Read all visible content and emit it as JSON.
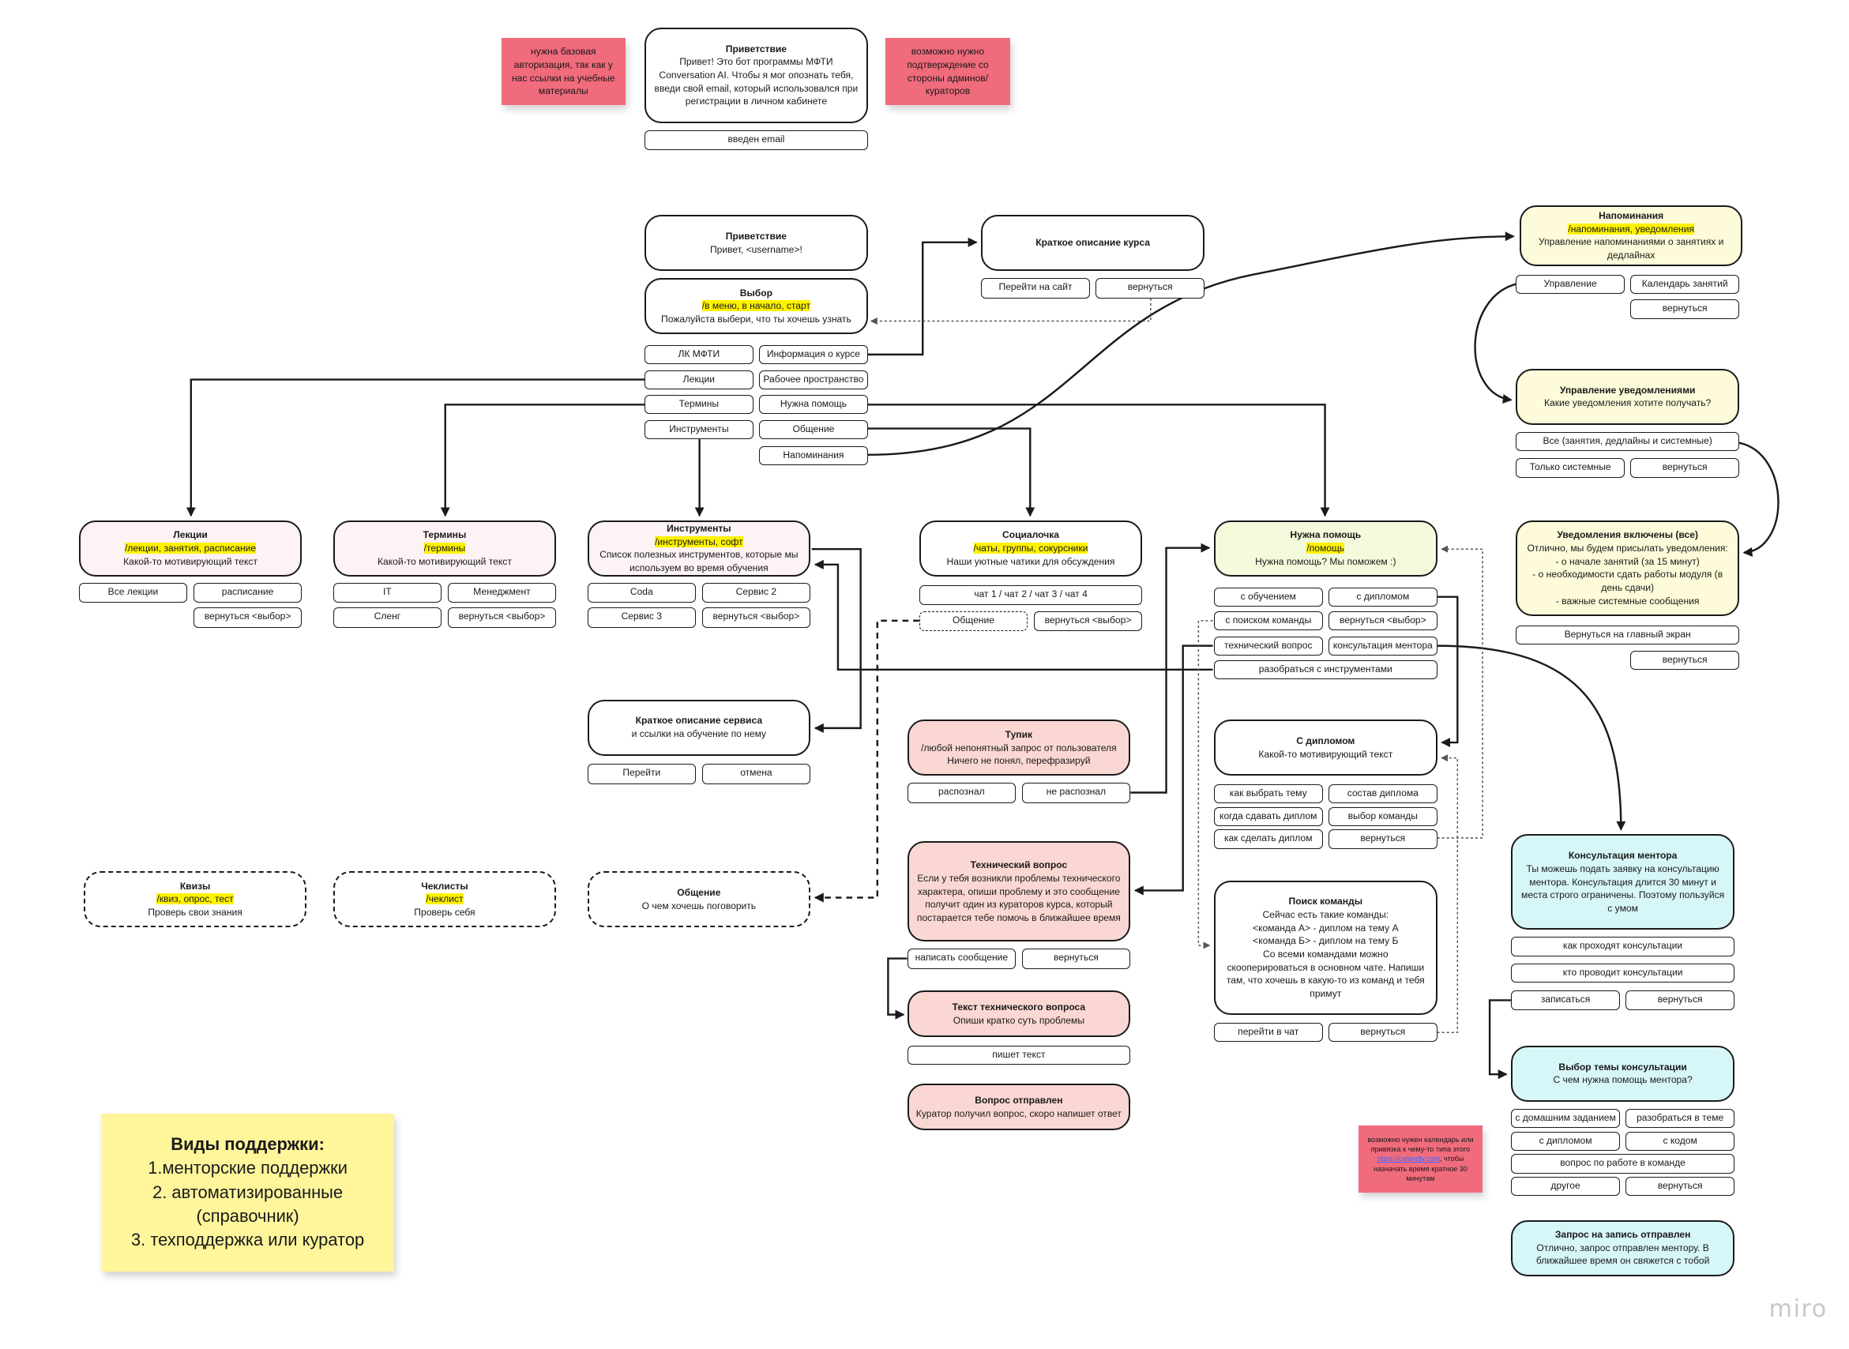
{
  "notes": {
    "auth_note": "нужна базовая авторизация, так как у нас ссылки на учебные материалы",
    "admin_note": "возможно нужно подтверждение со стороны админов/кураторов",
    "calendar_note_pre": "возможно нужен календарь или привязка к чему-то типа этого ",
    "calendar_note_link": "https://calendly.com",
    "calendar_note_post": ", чтобы назначать время кратное 30 минутам",
    "support_title": "Виды поддержки:",
    "support_body": "1.менторские поддержки\n2. автоматизированные (справочник)\n3. техподдержка или куратор"
  },
  "greeting1": {
    "title": "Приветствие",
    "body": "Привет! Это бот программы МФТИ Conversation AI. Чтобы я мог опознать тебя, введи свой email, который использовался при регистрации в личном кабинете",
    "btn": "введен email"
  },
  "greeting2": {
    "title": "Приветствие",
    "body": "Привет, <username>!"
  },
  "choice": {
    "title": "Выбор",
    "cmd": "/в меню, в начало, старт",
    "body": "Пожалуйста выбери, что ты хочешь узнать",
    "btns": [
      "ЛК МФТИ",
      "Информация о курсе",
      "Лекции",
      "Рабочее пространство",
      "Термины",
      "Нужна помощь",
      "Инструменты",
      "Общение",
      "Напоминания"
    ]
  },
  "course_info": {
    "title": "Краткое описание курса",
    "btns": [
      "Перейти на сайт",
      "вернуться"
    ]
  },
  "lectures": {
    "title": "Лекции",
    "cmd": "/лекции, занятия, расписание",
    "body": "Какой-то мотивирующий текст",
    "btns": [
      "Все лекции",
      "расписание",
      "вернуться <выбор>"
    ]
  },
  "terms": {
    "title": "Термины",
    "cmd": "/термины",
    "body": "Какой-то мотивирующий текст",
    "btns": [
      "IT",
      "Менеджмент",
      "Сленг",
      "вернуться <выбор>"
    ]
  },
  "tools": {
    "title": "Инструменты",
    "cmd": "/инструменты, софт",
    "body": "Список полезных инструментов, которые мы используем во время обучения",
    "btns": [
      "Coda",
      "Сервис 2",
      "Сервис 3",
      "вернуться <выбор>"
    ]
  },
  "social": {
    "title": "Социалочка",
    "cmd": "/чаты, группы, сокурсники",
    "body": "Наши уютные чатики для обсуждения",
    "btns": [
      "чат 1 / чат 2 / чат 3 / чат 4",
      "Общение",
      "вернуться <выбор>"
    ]
  },
  "help": {
    "title": "Нужна помощь",
    "cmd": "/помощь",
    "body": "Нужна помощь? Мы поможем :)",
    "btns": [
      "с обучением",
      "с дипломом",
      "с поиском команды",
      "вернуться <выбор>",
      "технический вопрос",
      "консультация ментора",
      "разобраться с инструментами"
    ]
  },
  "service_desc": {
    "title": "Краткое описание сервиса",
    "body": "и ссылки на обучение по нему",
    "btns": [
      "Перейти",
      "отмена"
    ]
  },
  "deadend": {
    "title": "Тупик",
    "body": "/любой непонятный запрос от пользователя\nНичего не понял, перефразируй",
    "btns": [
      "распознал",
      "не распознал"
    ]
  },
  "diploma": {
    "title": "С дипломом",
    "body": "Какой-то мотивирующий текст",
    "btns": [
      "как выбрать тему",
      "состав диплома",
      "когда сдавать диплом",
      "выбор команды",
      "как сделать диплом",
      "вернуться"
    ]
  },
  "tech": {
    "title": "Технический вопрос",
    "body": "Если у тебя возникли проблемы технического характера, опиши проблему и это сообщение получит один из кураторов курса, который постарается тебе помочь в ближайшее время",
    "btns": [
      "написать сообщение",
      "вернуться"
    ]
  },
  "tech_text": {
    "title": "Текст технического вопроса",
    "body": "Опиши кратко суть проблемы",
    "btn": "пишет текст"
  },
  "tech_sent": {
    "title": "Вопрос отправлен",
    "body": "Куратор получил вопрос, скоро напишет ответ"
  },
  "team": {
    "title": "Поиск команды",
    "body": "Сейчас есть такие команды:\n<команда А> - диплом на тему А\n<команда Б> - диплом на тему Б\nСо всеми командами можно скооперироваться в основном чате. Напиши там, что хочешь в какую-то из команд и тебя примут",
    "btns": [
      "перейти в чат",
      "вернуться"
    ]
  },
  "quizzes": {
    "title": "Квизы",
    "cmd": "/квиз, опрос, тест",
    "body": "Проверь свои знания"
  },
  "checklists": {
    "title": "Чеклисты",
    "cmd": "/чеклист",
    "body": "Проверь себя"
  },
  "chat": {
    "title": "Общение",
    "body": "О чем хочешь поговорить"
  },
  "reminders": {
    "title": "Напоминания",
    "cmd": "/напоминания, уведомления",
    "body": "Управление напоминаниями о занятиях и дедлайнах",
    "btns": [
      "Управление",
      "Календарь занятий",
      "вернуться"
    ]
  },
  "notif_mgmt": {
    "title": "Управление уведомлениями",
    "body": "Какие уведомления хотите получать?",
    "btns": [
      "Все (занятия, дедлайны и системные)",
      "Только системные",
      "вернуться"
    ]
  },
  "notif_on": {
    "title": "Уведомления включены (все)",
    "body": "Отлично, мы будем присылать уведомления:\n- о начале занятий (за 15 минут)\n- о необходимости сдать работы модуля (в день сдачи)\n- важные системные сообщения",
    "btns": [
      "Вернуться на главный экран",
      "вернуться"
    ]
  },
  "mentor": {
    "title": "Консультация ментора",
    "body": "Ты можешь подать заявку на консультацию ментора. Консультация длится 30 минут и места строго ограничены. Поэтому пользуйся с умом",
    "btns": [
      "как проходят консультации",
      "кто проводит консультации",
      "записаться",
      "вернуться"
    ]
  },
  "mentor_topic": {
    "title": "Выбор темы консультации",
    "body": "С чем нужна помощь ментора?",
    "btns": [
      "с домашним заданием",
      "разобраться в теме",
      "с дипломом",
      "с кодом",
      "вопрос по работе в команде",
      "другое",
      "вернуться"
    ]
  },
  "mentor_sent": {
    "title": "Запрос на запись отправлен",
    "body": "Отлично, запрос отправлен ментору. В ближайшее время он свяжется с тобой"
  },
  "brand": "miro",
  "colors": {
    "pink_sticky": "#f06b7c",
    "yellow_sticky": "#fff59b",
    "light_yellow": "#fdfbd9",
    "light_green": "#f4fbdc",
    "light_pink": "#fdf2f4",
    "salmon": "#fad7d2",
    "cyan": "#d6f6f7"
  }
}
